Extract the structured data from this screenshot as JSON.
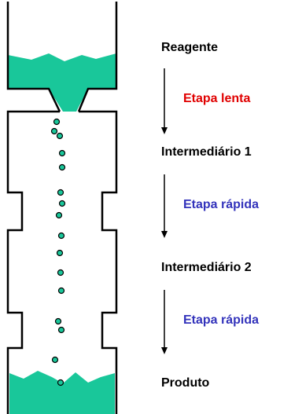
{
  "stages": {
    "reagent": "Reagente",
    "intermediate_1": "Intermediário 1",
    "intermediate_2": "Intermediário 2",
    "product": "Produto"
  },
  "steps": [
    {
      "label": "Etapa lenta",
      "color": "#e00000"
    },
    {
      "label": "Etapa rápida",
      "color": "#3333bb"
    },
    {
      "label": "Etapa rápida",
      "color": "#3333bb"
    }
  ],
  "colors": {
    "liquid": "#19c79a",
    "outline": "#000000",
    "stage_text": "#000000"
  }
}
